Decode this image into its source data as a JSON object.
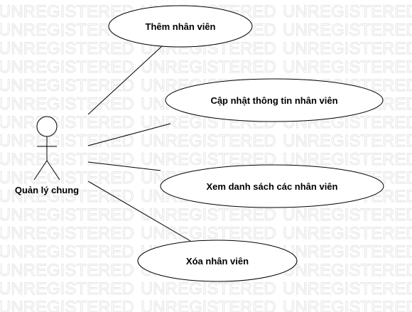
{
  "watermark": "UNREGISTERED",
  "actor": {
    "label": "Quản lý chung"
  },
  "use_cases": [
    {
      "id": "add",
      "label": "Thêm nhân viên"
    },
    {
      "id": "update",
      "label": "Cập nhật thông tin nhân viên"
    },
    {
      "id": "list",
      "label": "Xem danh sách các nhân viên"
    },
    {
      "id": "delete",
      "label": "Xóa nhân viên"
    }
  ]
}
